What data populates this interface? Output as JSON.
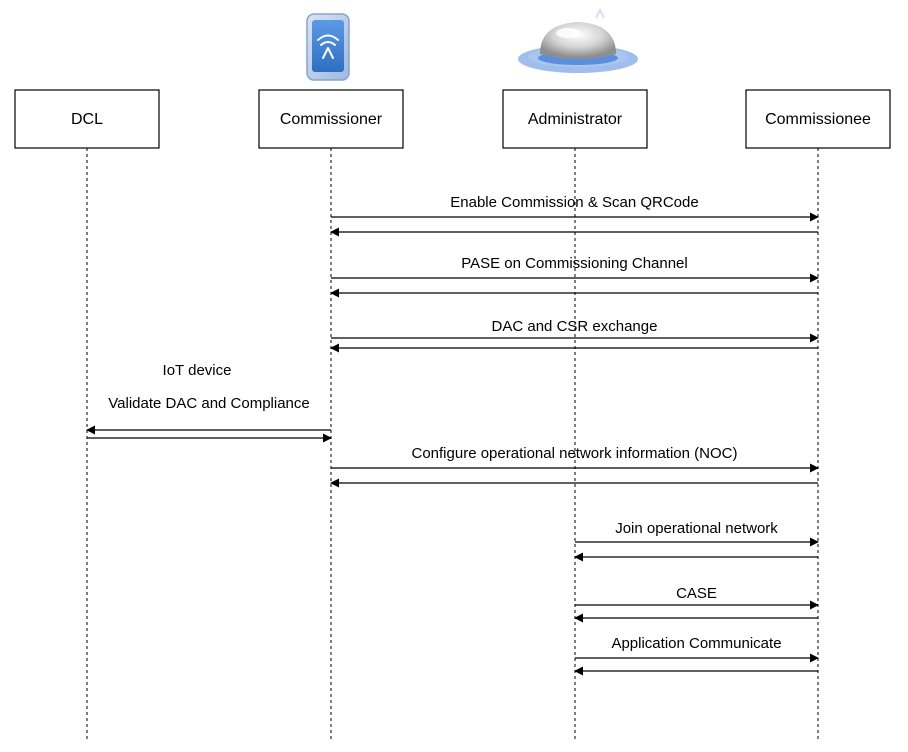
{
  "actors": [
    {
      "id": "dcl",
      "label": "DCL",
      "icon": "none"
    },
    {
      "id": "commissioner",
      "label": "Commissioner",
      "icon": "smartphone-icon"
    },
    {
      "id": "administrator",
      "label": "Administrator",
      "icon": "smart-hub-icon"
    },
    {
      "id": "commissionee",
      "label": "Commissionee",
      "icon": "none"
    }
  ],
  "messages": [
    {
      "label": "Enable Commission  & Scan QRCode",
      "from": "commissioner",
      "to": "commissionee",
      "bidirectional": true
    },
    {
      "label": "PASE on Commissioning Channel",
      "from": "commissioner",
      "to": "commissionee",
      "bidirectional": true
    },
    {
      "label": "DAC and CSR exchange",
      "from": "commissioner",
      "to": "commissionee",
      "bidirectional": true
    },
    {
      "label": "Validate DAC and Compliance",
      "from": "commissioner",
      "to": "dcl",
      "bidirectional": true
    },
    {
      "label": "Configure operational network information (NOC)",
      "from": "commissioner",
      "to": "commissionee",
      "bidirectional": true
    },
    {
      "label": "Join operational network",
      "from": "administrator",
      "to": "commissionee",
      "bidirectional": true
    },
    {
      "label": "CASE",
      "from": "administrator",
      "to": "commissionee",
      "bidirectional": true
    },
    {
      "label": "Application Communicate",
      "from": "administrator",
      "to": "commissionee",
      "bidirectional": true
    }
  ],
  "notes": [
    {
      "label": "IoT device"
    }
  ],
  "colors": {
    "line": "#000000",
    "phone_body": "#b9cdea",
    "phone_screen": "#3f82d4",
    "hub_base": "#6e9be0",
    "hub_dome": "#d9d9d9"
  }
}
